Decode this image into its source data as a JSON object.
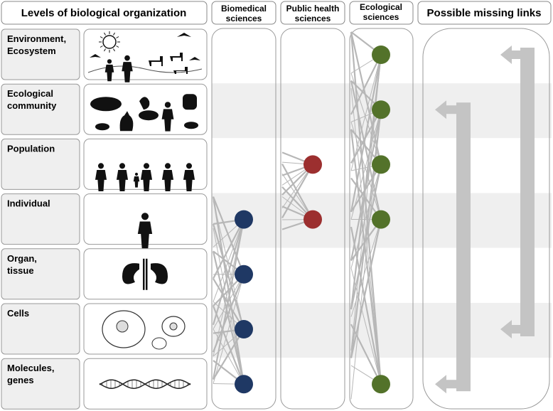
{
  "headers": {
    "levels": "Levels of biological organization",
    "biomedical": [
      "Biomedical",
      "sciences"
    ],
    "public_health": [
      "Public health",
      "sciences"
    ],
    "ecological": [
      "Ecological",
      "sciences"
    ],
    "missing_links": "Possible missing links"
  },
  "levels": [
    {
      "lines": [
        "Environment,",
        "Ecosystem"
      ],
      "icon": "landscape-with-sun-people-animals-icon"
    },
    {
      "lines": [
        "Ecological",
        "community"
      ],
      "icon": "pig-rooster-cat-rat-dog-human-icon"
    },
    {
      "lines": [
        "Population"
      ],
      "icon": "group-of-people-silhouettes-icon"
    },
    {
      "lines": [
        "Individual"
      ],
      "icon": "single-person-silhouette-icon"
    },
    {
      "lines": [
        "Organ,",
        "tissue"
      ],
      "icon": "kidneys-icon"
    },
    {
      "lines": [
        "Cells"
      ],
      "icon": "cell-drawings-icon"
    },
    {
      "lines": [
        "Molecules,",
        "genes"
      ],
      "icon": "dna-double-helix-icon"
    }
  ],
  "colors": {
    "biomedical_node": "#1f3864",
    "public_health_node": "#9c2f2f",
    "ecological_node": "#53722a",
    "link": "#b7b7b7",
    "band": "#efefef",
    "arrow": "#c4c4c4"
  },
  "nodes": {
    "biomedical_levels": [
      3,
      4,
      5,
      6
    ],
    "public_health_levels": [
      2,
      3
    ],
    "ecological_levels": [
      0,
      1,
      2,
      3,
      6
    ]
  },
  "missing_link_arrows": [
    {
      "from_level": 1,
      "to_level": 6
    },
    {
      "from_level": 0,
      "to_level": 5
    }
  ]
}
